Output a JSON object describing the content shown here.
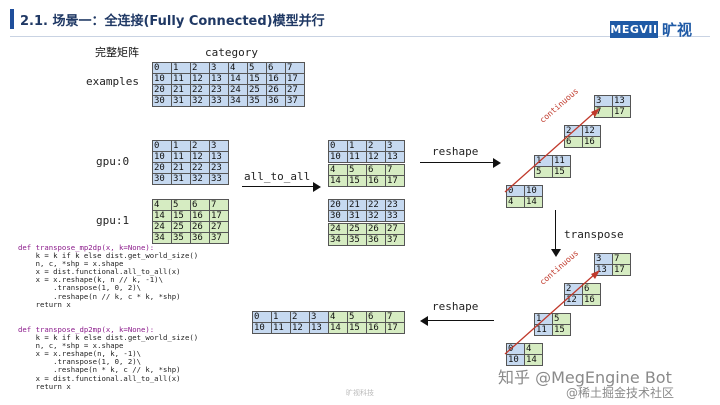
{
  "header": {
    "title": "2.1. 场景一：全连接(Fully Connected)模型并行",
    "logo_text": "MEGVII",
    "logo_cn": "旷视"
  },
  "full_matrix": {
    "title_cn": "完整矩阵",
    "col_label": "category",
    "row_label": "examples",
    "rows": [
      [
        "0",
        "1",
        "2",
        "3",
        "4",
        "5",
        "6",
        "7"
      ],
      [
        "10",
        "11",
        "12",
        "13",
        "14",
        "15",
        "16",
        "17"
      ],
      [
        "20",
        "21",
        "22",
        "23",
        "24",
        "25",
        "26",
        "27"
      ],
      [
        "30",
        "31",
        "32",
        "33",
        "34",
        "35",
        "36",
        "37"
      ]
    ]
  },
  "gpu0": {
    "label": "gpu:0",
    "rows": [
      [
        "0",
        "1",
        "2",
        "3"
      ],
      [
        "10",
        "11",
        "12",
        "13"
      ],
      [
        "20",
        "21",
        "22",
        "23"
      ],
      [
        "30",
        "31",
        "32",
        "33"
      ]
    ]
  },
  "gpu1": {
    "label": "gpu:1",
    "rows": [
      [
        "4",
        "5",
        "6",
        "7"
      ],
      [
        "14",
        "15",
        "16",
        "17"
      ],
      [
        "24",
        "25",
        "26",
        "27"
      ],
      [
        "34",
        "35",
        "36",
        "37"
      ]
    ]
  },
  "all_to_all": {
    "label": "all_to_all",
    "top_blue": [
      [
        "0",
        "1",
        "2",
        "3"
      ],
      [
        "10",
        "11",
        "12",
        "13"
      ]
    ],
    "top_green": [
      [
        "4",
        "5",
        "6",
        "7"
      ],
      [
        "14",
        "15",
        "16",
        "17"
      ]
    ],
    "bottom_blue": [
      [
        "20",
        "21",
        "22",
        "23"
      ],
      [
        "30",
        "31",
        "32",
        "33"
      ]
    ],
    "bottom_green": [
      [
        "24",
        "25",
        "26",
        "27"
      ],
      [
        "34",
        "35",
        "36",
        "37"
      ]
    ]
  },
  "reshape_top_label": "reshape",
  "transpose_label": "transpose",
  "reshape_bottom_label": "reshape",
  "continuous_label": "continuous",
  "stair_top": [
    [
      [
        "3",
        "13"
      ],
      [
        "7",
        "17"
      ]
    ],
    [
      [
        "2",
        "12"
      ],
      [
        "6",
        "16"
      ]
    ],
    [
      [
        "1",
        "11"
      ],
      [
        "5",
        "15"
      ]
    ],
    [
      [
        "0",
        "10"
      ],
      [
        "4",
        "14"
      ]
    ]
  ],
  "stair_bottom": [
    [
      [
        "3",
        "7"
      ],
      [
        "13",
        "17"
      ]
    ],
    [
      [
        "2",
        "6"
      ],
      [
        "12",
        "16"
      ]
    ],
    [
      [
        "1",
        "5"
      ],
      [
        "11",
        "15"
      ]
    ],
    [
      [
        "0",
        "4"
      ],
      [
        "10",
        "14"
      ]
    ]
  ],
  "result_row": [
    [
      "0",
      "1",
      "2",
      "3",
      "4",
      "5",
      "6",
      "7"
    ],
    [
      "10",
      "11",
      "12",
      "13",
      "14",
      "15",
      "16",
      "17"
    ]
  ],
  "code": {
    "fn1_def": "def transpose_mp2dp(x, k=None):",
    "fn1_lines": [
      "    k = k if k else dist.get_world_size()",
      "    n, c, *shp = x.shape",
      "    x = dist.functional.all_to_all(x)",
      "    x = x.reshape(k, n // k, -1)\\",
      "        .transpose(1, 0, 2)\\",
      "        .reshape(n // k, c * k, *shp)",
      "    return x"
    ],
    "fn2_def": "def transpose_dp2mp(x, k=None):",
    "fn2_lines": [
      "    k = k if k else dist.get_world_size()",
      "    n, c, *shp = x.shape",
      "    x = x.reshape(n, k, -1)\\",
      "        .transpose(1, 0, 2)\\",
      "        .reshape(n * k, c // k, *shp)",
      "    x = dist.functional.all_to_all(x)",
      "    return x"
    ]
  },
  "watermark": "知乎 @MegEngine Bot",
  "watermark2": "@稀土掘金技术社区",
  "page_no": "旷视科技",
  "colors": {
    "blue_cell": "#c6d9f0",
    "green_cell": "#d6ecc2",
    "accent": "#1f4e9b",
    "continuous": "#c0392b"
  }
}
